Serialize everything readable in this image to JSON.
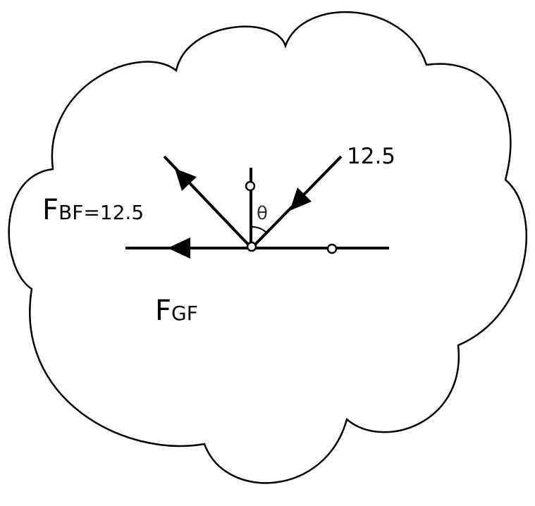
{
  "labels": {
    "fbf_main": "F",
    "fbf_sub": "BF=12.5",
    "fgf_main": "F",
    "fgf_sub": "GF",
    "incoming_force": "12.5",
    "angle": "θ"
  },
  "colors": {
    "stroke": "#000000",
    "background": "#ffffff"
  }
}
